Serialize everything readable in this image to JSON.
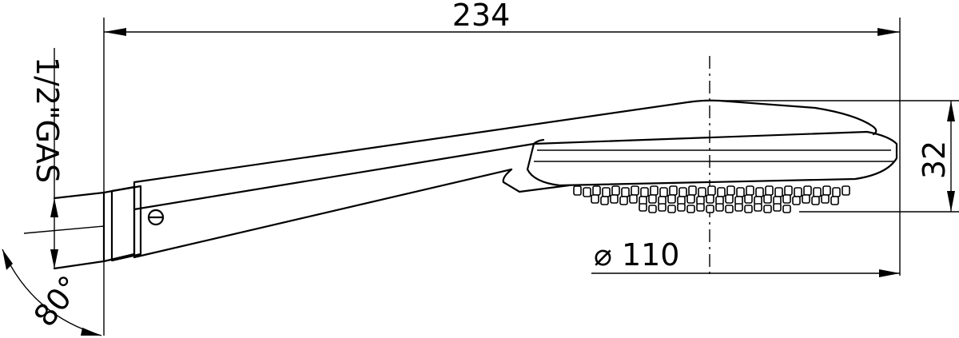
{
  "dimensions": {
    "overall_length": "234",
    "head_diameter": "⌀ 110",
    "head_height": "32",
    "thread": "1/2\"GAS",
    "angle": "80°"
  }
}
